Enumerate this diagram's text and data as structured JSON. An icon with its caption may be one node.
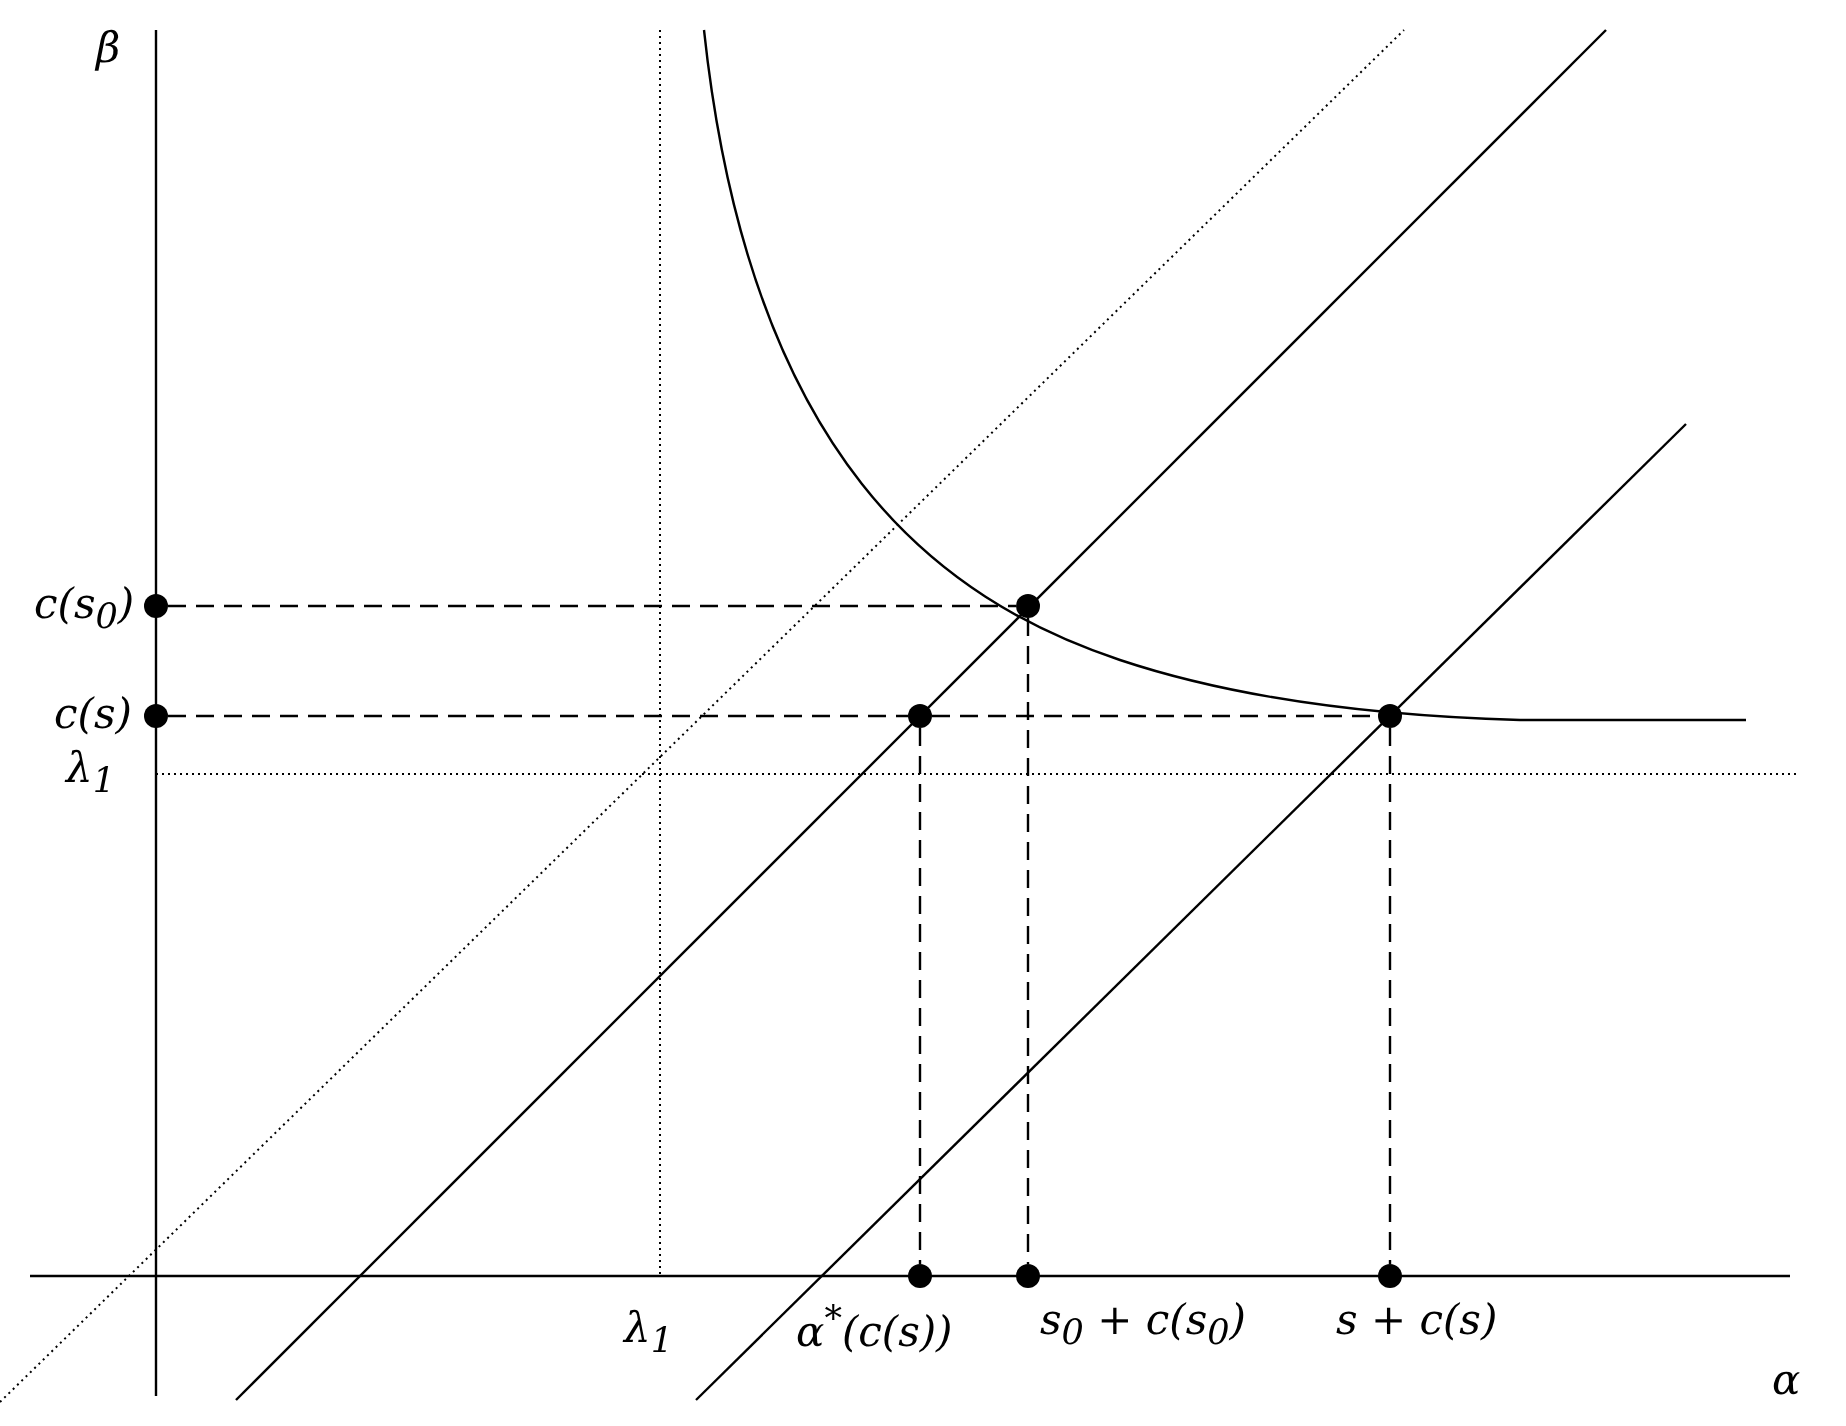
{
  "diagram": {
    "nodes": [
      {
        "text": [],
        "shape": "circle",
        "beside": [
          "c(s$_{0}$)"
        ]
      },
      {
        "text": [],
        "shape": "circle",
        "beside": [
          "c(s)"
        ]
      },
      {
        "text": [],
        "shape": "circle"
      },
      {
        "text": [],
        "shape": "circle"
      },
      {
        "text": [],
        "shape": "circle"
      },
      {
        "text": [],
        "shape": "circle",
        "beside": [
          "α$^{*}$(c(s))"
        ]
      },
      {
        "text": [],
        "shape": "circle",
        "beside": [
          "s$_{0}$ + c(s$_{0}$)"
        ]
      },
      {
        "text": [],
        "shape": "circle",
        "beside": [
          "s + c(s)"
        ]
      }
    ],
    "edges": [
      {
        "from": 0,
        "to": 2,
        "arrow": "none",
        "style": "dashed"
      },
      {
        "from": 1,
        "to": 3,
        "arrow": "none",
        "style": "dashed"
      },
      {
        "from": 3,
        "to": 4,
        "arrow": "none",
        "style": "dashed"
      },
      {
        "from": 2,
        "to": 6,
        "arrow": "none",
        "style": "dashed"
      },
      {
        "from": 3,
        "to": 5,
        "arrow": "none",
        "style": "dashed"
      },
      {
        "from": 4,
        "to": 7,
        "arrow": "none",
        "style": "dashed"
      }
    ],
    "labels": [
      "β",
      "λ$_{1}$",
      "λ$_{1}$",
      "α"
    ]
  }
}
